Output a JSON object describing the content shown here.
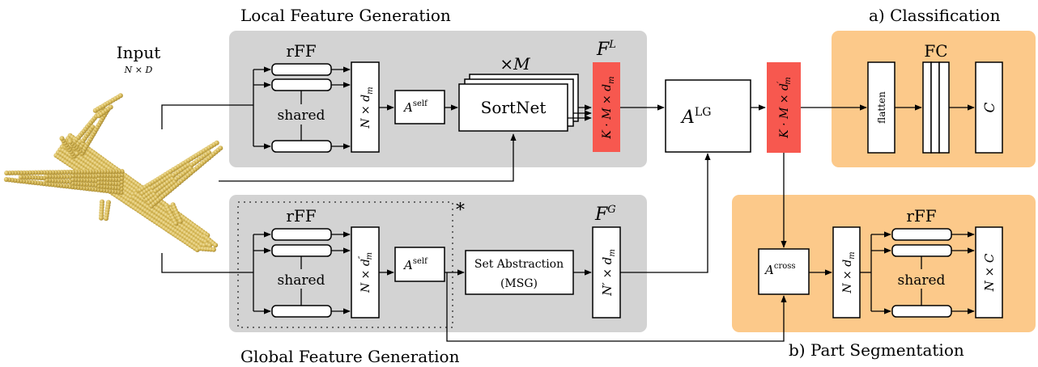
{
  "titles": {
    "local": "Local Feature Generation",
    "global": "Global Feature Generation",
    "classification": "a) Classification",
    "segmentation": "b) Part Segmentation"
  },
  "input": {
    "label": "Input",
    "dims": "N × D"
  },
  "local_branch": {
    "rff_label": "rFF",
    "shared_label": "shared",
    "embed_dims": "N × d",
    "embed_dims_sub": "m",
    "attention_label": "A",
    "attention_sup": "self",
    "sortnet_label": "SortNet",
    "sortnet_multiplier": "×M",
    "feature_label": "F",
    "feature_sup": "L",
    "feature_dims": "K · M × d",
    "feature_dims_sub": "m"
  },
  "global_branch": {
    "rff_label": "rFF",
    "shared_label": "shared",
    "embed_dims": "N × d",
    "embed_dims_sub": "m",
    "embed_dims_sup": "″",
    "attention_label": "A",
    "attention_sup": "self",
    "set_abstraction_label": "Set Abstraction",
    "set_abstraction_sub": "(MSG)",
    "feature_label": "F",
    "feature_sup": "G",
    "feature_dims": "N′ × d",
    "feature_dims_sub": "m",
    "star_marker": "*"
  },
  "fusion": {
    "attention_label": "A",
    "attention_sup": "LG",
    "output_dims": "K · M × d",
    "output_dims_sub": "m",
    "output_dims_sup": "′"
  },
  "classification": {
    "flatten_label": "flatten",
    "fc_label": "FC",
    "output_label": "C"
  },
  "segmentation": {
    "attention_label": "A",
    "attention_sup": "cross",
    "embed_dims": "N × d",
    "embed_dims_sub": "m",
    "rff_label": "rFF",
    "shared_label": "shared",
    "output_dims": "N × C"
  },
  "colors": {
    "panel_gray": "#d3d3d3",
    "panel_orange": "#fcc98a",
    "feature_red": "#f7584f",
    "point_cloud": "#d2b34e"
  }
}
